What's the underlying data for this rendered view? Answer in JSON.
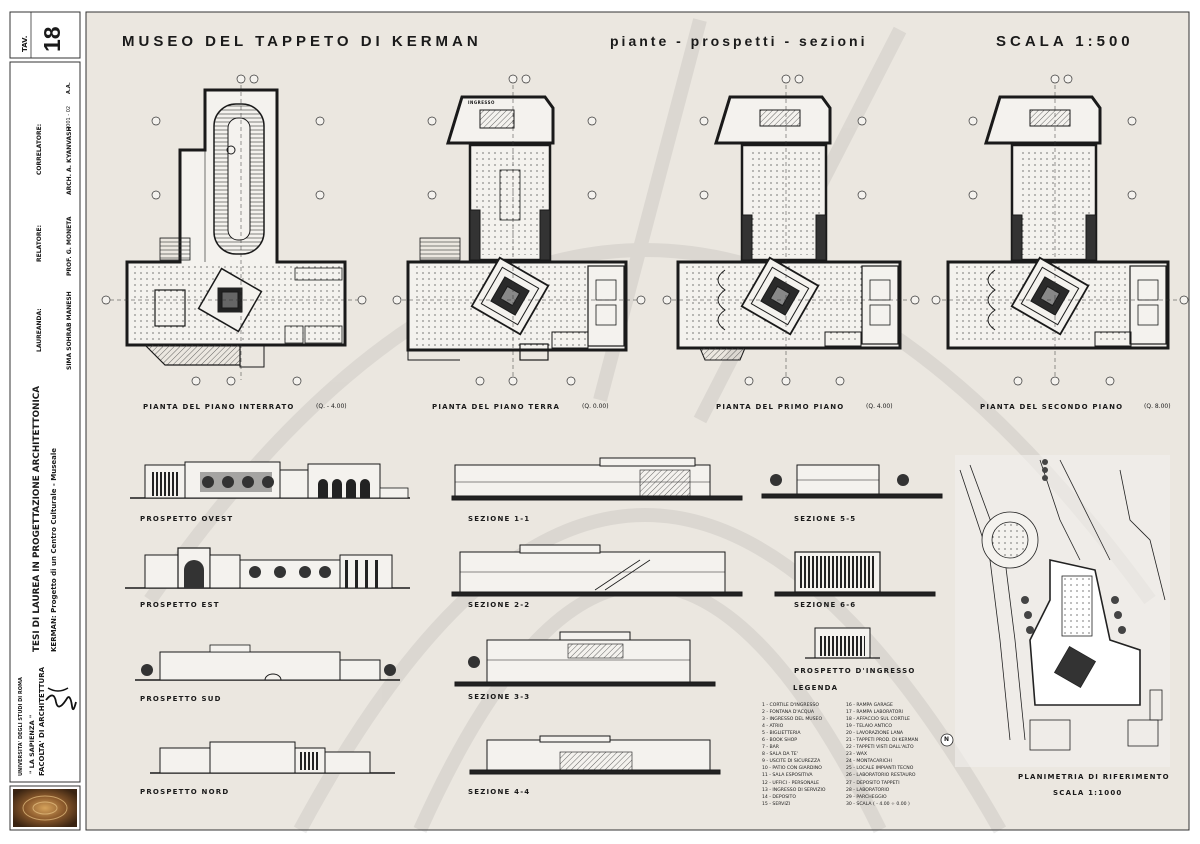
{
  "sheet": {
    "tav_label": "TAV.",
    "tav_number": "18",
    "main_title": "MUSEO DEL TAPPETO DI KERMAN",
    "subtitle": "piante - prospetti - sezioni",
    "scale": "SCALA  1:500"
  },
  "sidebar": {
    "aa_label": "A.A.",
    "aa_value": "2001 - 02",
    "correlatore_label": "CORRELATORE:",
    "correlatore_value": "ARCH.  A. KYANVASH",
    "relatore_label": "RELATORE:",
    "relatore_value": "PROF. G. MONETA",
    "laureanda_label": "LAUREANDA:",
    "laureanda_value": "SIMA SOHRAB MANESH",
    "thesis_title": "TESI DI LAUREA IN PROGETTAZIONE ARCHITETTONICA",
    "thesis_subject": "KERMAN: Progetto di un Centro Culturale - Museale",
    "university_1": "UNIVERSITA' DEGLI STUDI DI ROMA",
    "university_2": "\" LA SAPIENZA \"",
    "faculty": "FACOLTA' DI ARCHITETTURA"
  },
  "plans": [
    {
      "caption": "PIANTA DEL PIANO INTERRATO",
      "level": "(Q. - 4.00)"
    },
    {
      "caption": "PIANTA DEL PIANO TERRA",
      "level": "(Q. 0.00)"
    },
    {
      "caption": "PIANTA DEL PRIMO PIANO",
      "level": "(Q. 4.00)"
    },
    {
      "caption": "PIANTA DEL SECONDO PIANO",
      "level": "(Q. 8.00)"
    }
  ],
  "plan_entry_label": "INGRESSO",
  "elevations": {
    "ovest": "PROSPETTO OVEST",
    "est": "PROSPETTO EST",
    "sud": "PROSPETTO SUD",
    "nord": "PROSPETTO NORD",
    "ingresso": "PROSPETTO D'INGRESSO"
  },
  "sections": {
    "s11": "SEZIONE 1-1",
    "s22": "SEZIONE 2-2",
    "s33": "SEZIONE 3-3",
    "s44": "SEZIONE 4-4",
    "s55": "SEZIONE 5-5",
    "s66": "SEZIONE 6-6"
  },
  "legend": {
    "title": "LEGENDA",
    "left": [
      "1 - CORTILE D'INGRESSO",
      "2 - FONTANA D'ACQUA",
      "3 - INGRESSO DEL MUSEO",
      "4 - ATRIO",
      "5 - BIGLIETTERIA",
      "6 - BOOK SHOP",
      "7 - BAR",
      "8 - SALA DA TE'",
      "9 - USCITE DI SICUREZZA",
      "10 - PATIO CON GIARDINO",
      "11 - SALA ESPOSITIVA",
      "12 - UFFICI - PERSONALE",
      "13 - INGRESSO DI SERVIZIO",
      "14 - DEPOSITO",
      "15 - SERVIZI"
    ],
    "right": [
      "16 - RAMPA GARAGE",
      "17 - RAMPA LABORATORI",
      "18 - AFFACCIO SUL CORTILE",
      "19 - TELAIO ANTICO",
      "20 - LAVORAZIONE LANA",
      "21 - TAPPETI PROD. DI KERMAN",
      "22 - TAPPETI VISTI DALL'ALTO",
      "23 - WAX",
      "24 - MONTACARICHI",
      "25 - LOCALE IMPIANTI TECNO",
      "26 - LABORATORIO RESTAURO",
      "27 - DEPOSITO TAPPETI",
      "28 - LABORATORIO",
      "29 - PARCHEGGIO",
      "30 - SCALA ( - 4.00 ÷ 0.00 )"
    ]
  },
  "site": {
    "caption": "PLANIMETRIA DI RIFERIMENTO",
    "scale": "SCALA 1:1000",
    "north": "N"
  },
  "colors": {
    "paper": "#ede9e2",
    "ink": "#1a1a1a",
    "frame": "#333333",
    "hatch": "#555555"
  }
}
